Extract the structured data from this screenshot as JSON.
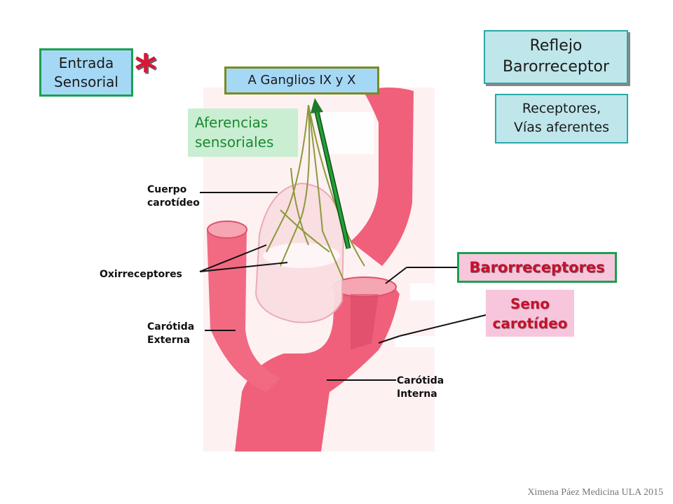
{
  "title": {
    "line1": "Reflejo",
    "line2": "Barorreceptor"
  },
  "subtitle": {
    "line1": "Receptores,",
    "line2": "Vías aferentes"
  },
  "entrada": {
    "line1": "Entrada",
    "line2": "Sensorial",
    "star": "*"
  },
  "ganglios": "A Ganglios IX y X",
  "aferencias": {
    "line1": "Aferencias",
    "line2": "sensoriales"
  },
  "labels": {
    "cuerpo1": "Cuerpo",
    "cuerpo2": "carotídeo",
    "oxi": "Oxirreceptores",
    "ext1": "Carótida",
    "ext2": "Externa",
    "int1": "Carótida",
    "int2": "Interna"
  },
  "baro": "Barorreceptores",
  "seno": {
    "line1": "Seno",
    "line2": "carotídeo"
  },
  "footer": "Ximena Páez Medicina ULA 2015",
  "colors": {
    "artery": "#f0607a",
    "artery_light": "#f6a5b2",
    "nerve": "#8a9a3a",
    "arrow": "#1e7a2a",
    "title_bg": "#bfe6ea",
    "green_border": "#1aa050",
    "pink_box": "#f7c6dd",
    "aferencias_bg": "#c9eed2"
  }
}
